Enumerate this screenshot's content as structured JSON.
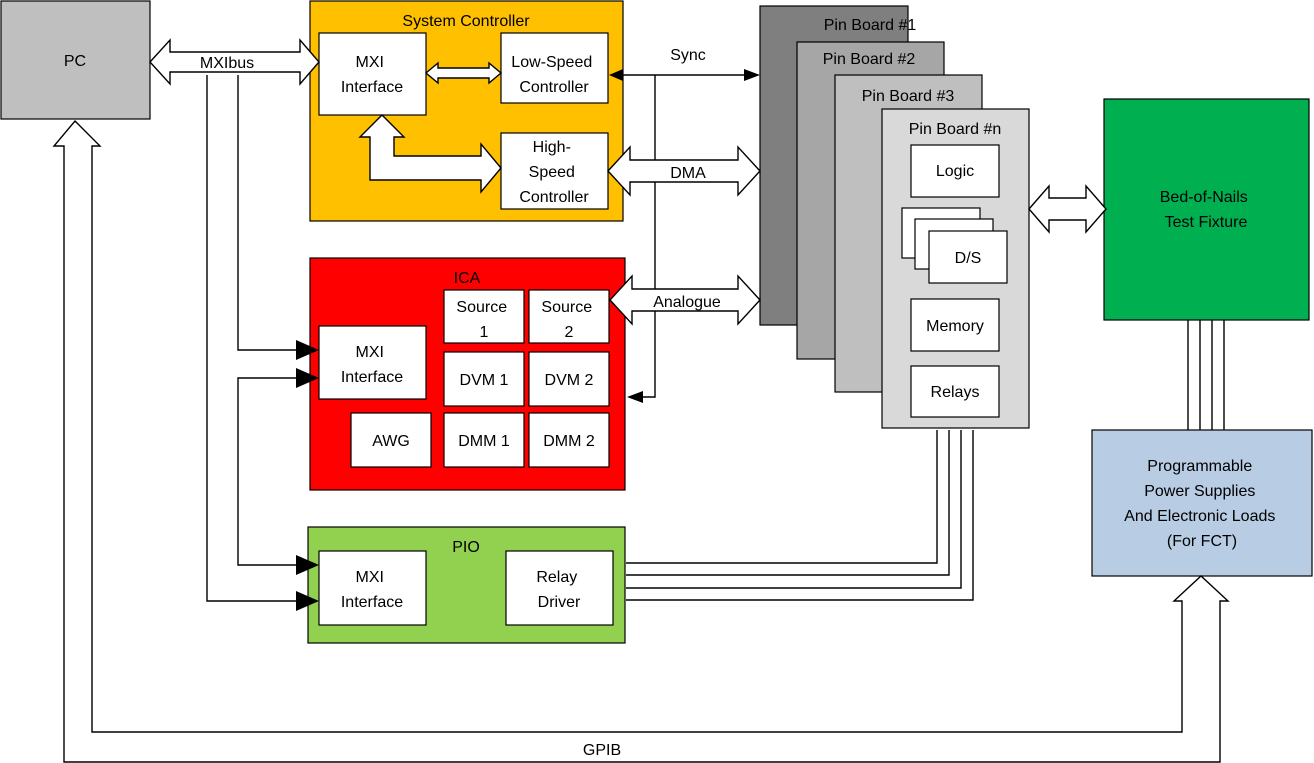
{
  "colors": {
    "pc": "#bfbfbf",
    "system_controller": "#ffc000",
    "ica": "#ff0000",
    "pio": "#92d050",
    "pin_board_1": "#7f7f7f",
    "pin_board_2": "#a6a6a6",
    "pin_board_3": "#bfbfbf",
    "pin_board_n": "#d9d9d9",
    "fixture": "#00b050",
    "power": "#b8cce4",
    "inner_box": "#ffffff",
    "line": "#000000"
  },
  "pc": {
    "label": "PC"
  },
  "system_controller": {
    "title": "System Controller",
    "mxi": [
      "MXI",
      "Interface"
    ],
    "low_speed": [
      "Low-Speed",
      "Controller"
    ],
    "high_speed": [
      "High-",
      "Speed",
      "Controller"
    ]
  },
  "ica": {
    "title": "ICA",
    "mxi": [
      "MXI",
      "Interface"
    ],
    "source1": [
      "Source",
      "1"
    ],
    "source2": [
      "Source",
      "2"
    ],
    "dvm1": "DVM 1",
    "dvm2": "DVM 2",
    "awg": "AWG",
    "dmm1": "DMM 1",
    "dmm2": "DMM 2"
  },
  "pio": {
    "title": "PIO",
    "mxi": [
      "MXI",
      "Interface"
    ],
    "relay_driver": [
      "Relay",
      "Driver"
    ]
  },
  "pin_boards": {
    "b1": "Pin Board #1",
    "b2": "Pin Board #2",
    "b3": "Pin Board #3",
    "bn": "Pin Board #n",
    "logic": "Logic",
    "ds": "D/S",
    "memory": "Memory",
    "relays": "Relays"
  },
  "fixture": {
    "label": [
      "Bed-of-Nails",
      "Test Fixture"
    ]
  },
  "power": {
    "label": [
      "Programmable",
      "Power Supplies",
      "And Electronic Loads",
      "(For FCT)"
    ]
  },
  "connections": {
    "mxibus": "MXIbus",
    "sync": "Sync",
    "dma": "DMA",
    "analogue": "Analogue",
    "gpib": "GPIB"
  }
}
